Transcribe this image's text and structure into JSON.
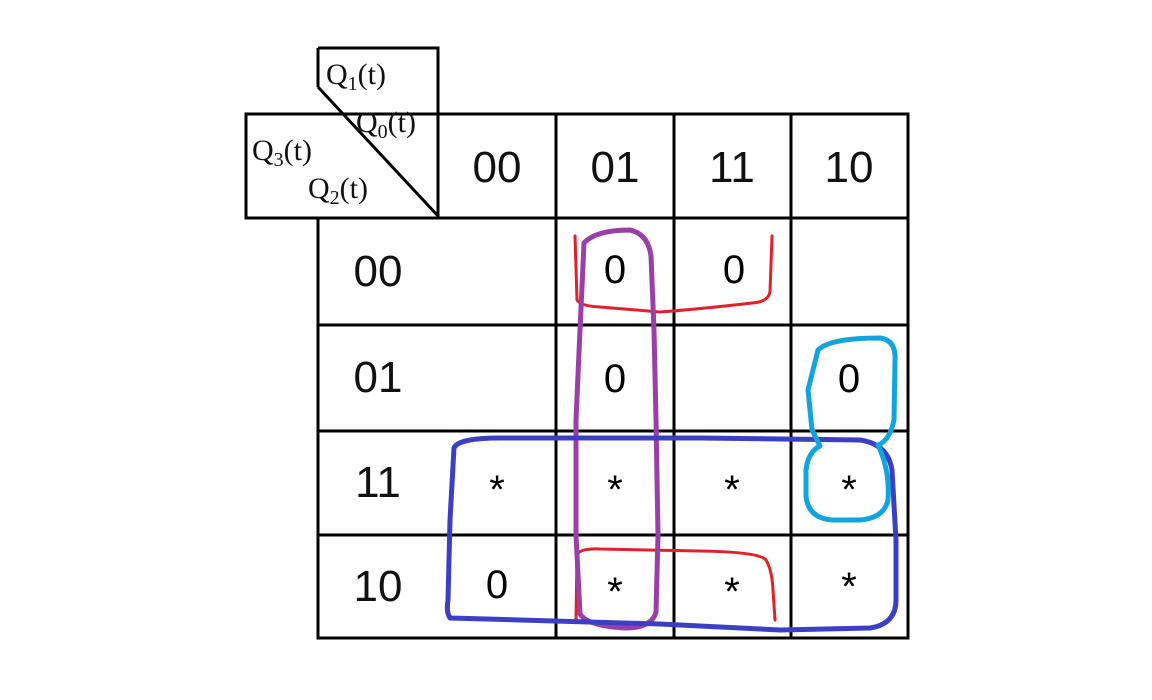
{
  "corner": {
    "top_var": {
      "main": "Q",
      "sub": "1",
      "rest": "(t)"
    },
    "right_var": {
      "main": "Q",
      "sub": "0",
      "rest": "(t)"
    },
    "left_var": {
      "main": "Q",
      "sub": "3",
      "rest": "(t)"
    },
    "bottom_var": {
      "main": "Q",
      "sub": "2",
      "rest": "(t)"
    }
  },
  "columns": [
    "00",
    "01",
    "11",
    "10"
  ],
  "rows": [
    "00",
    "01",
    "11",
    "10"
  ],
  "cells": [
    [
      "",
      "0",
      "0",
      ""
    ],
    [
      "",
      "0",
      "",
      "0"
    ],
    [
      "*",
      "*",
      "*",
      "*"
    ],
    [
      "0",
      "*",
      "*",
      "*"
    ]
  ],
  "groupings": [
    {
      "name": "red-top",
      "color": "#e0202a"
    },
    {
      "name": "red-bottom",
      "color": "#e0202a"
    },
    {
      "name": "purple",
      "color": "#9b3fa8"
    },
    {
      "name": "blue",
      "color": "#3c3fc4"
    },
    {
      "name": "cyan",
      "color": "#12a5dd"
    }
  ]
}
